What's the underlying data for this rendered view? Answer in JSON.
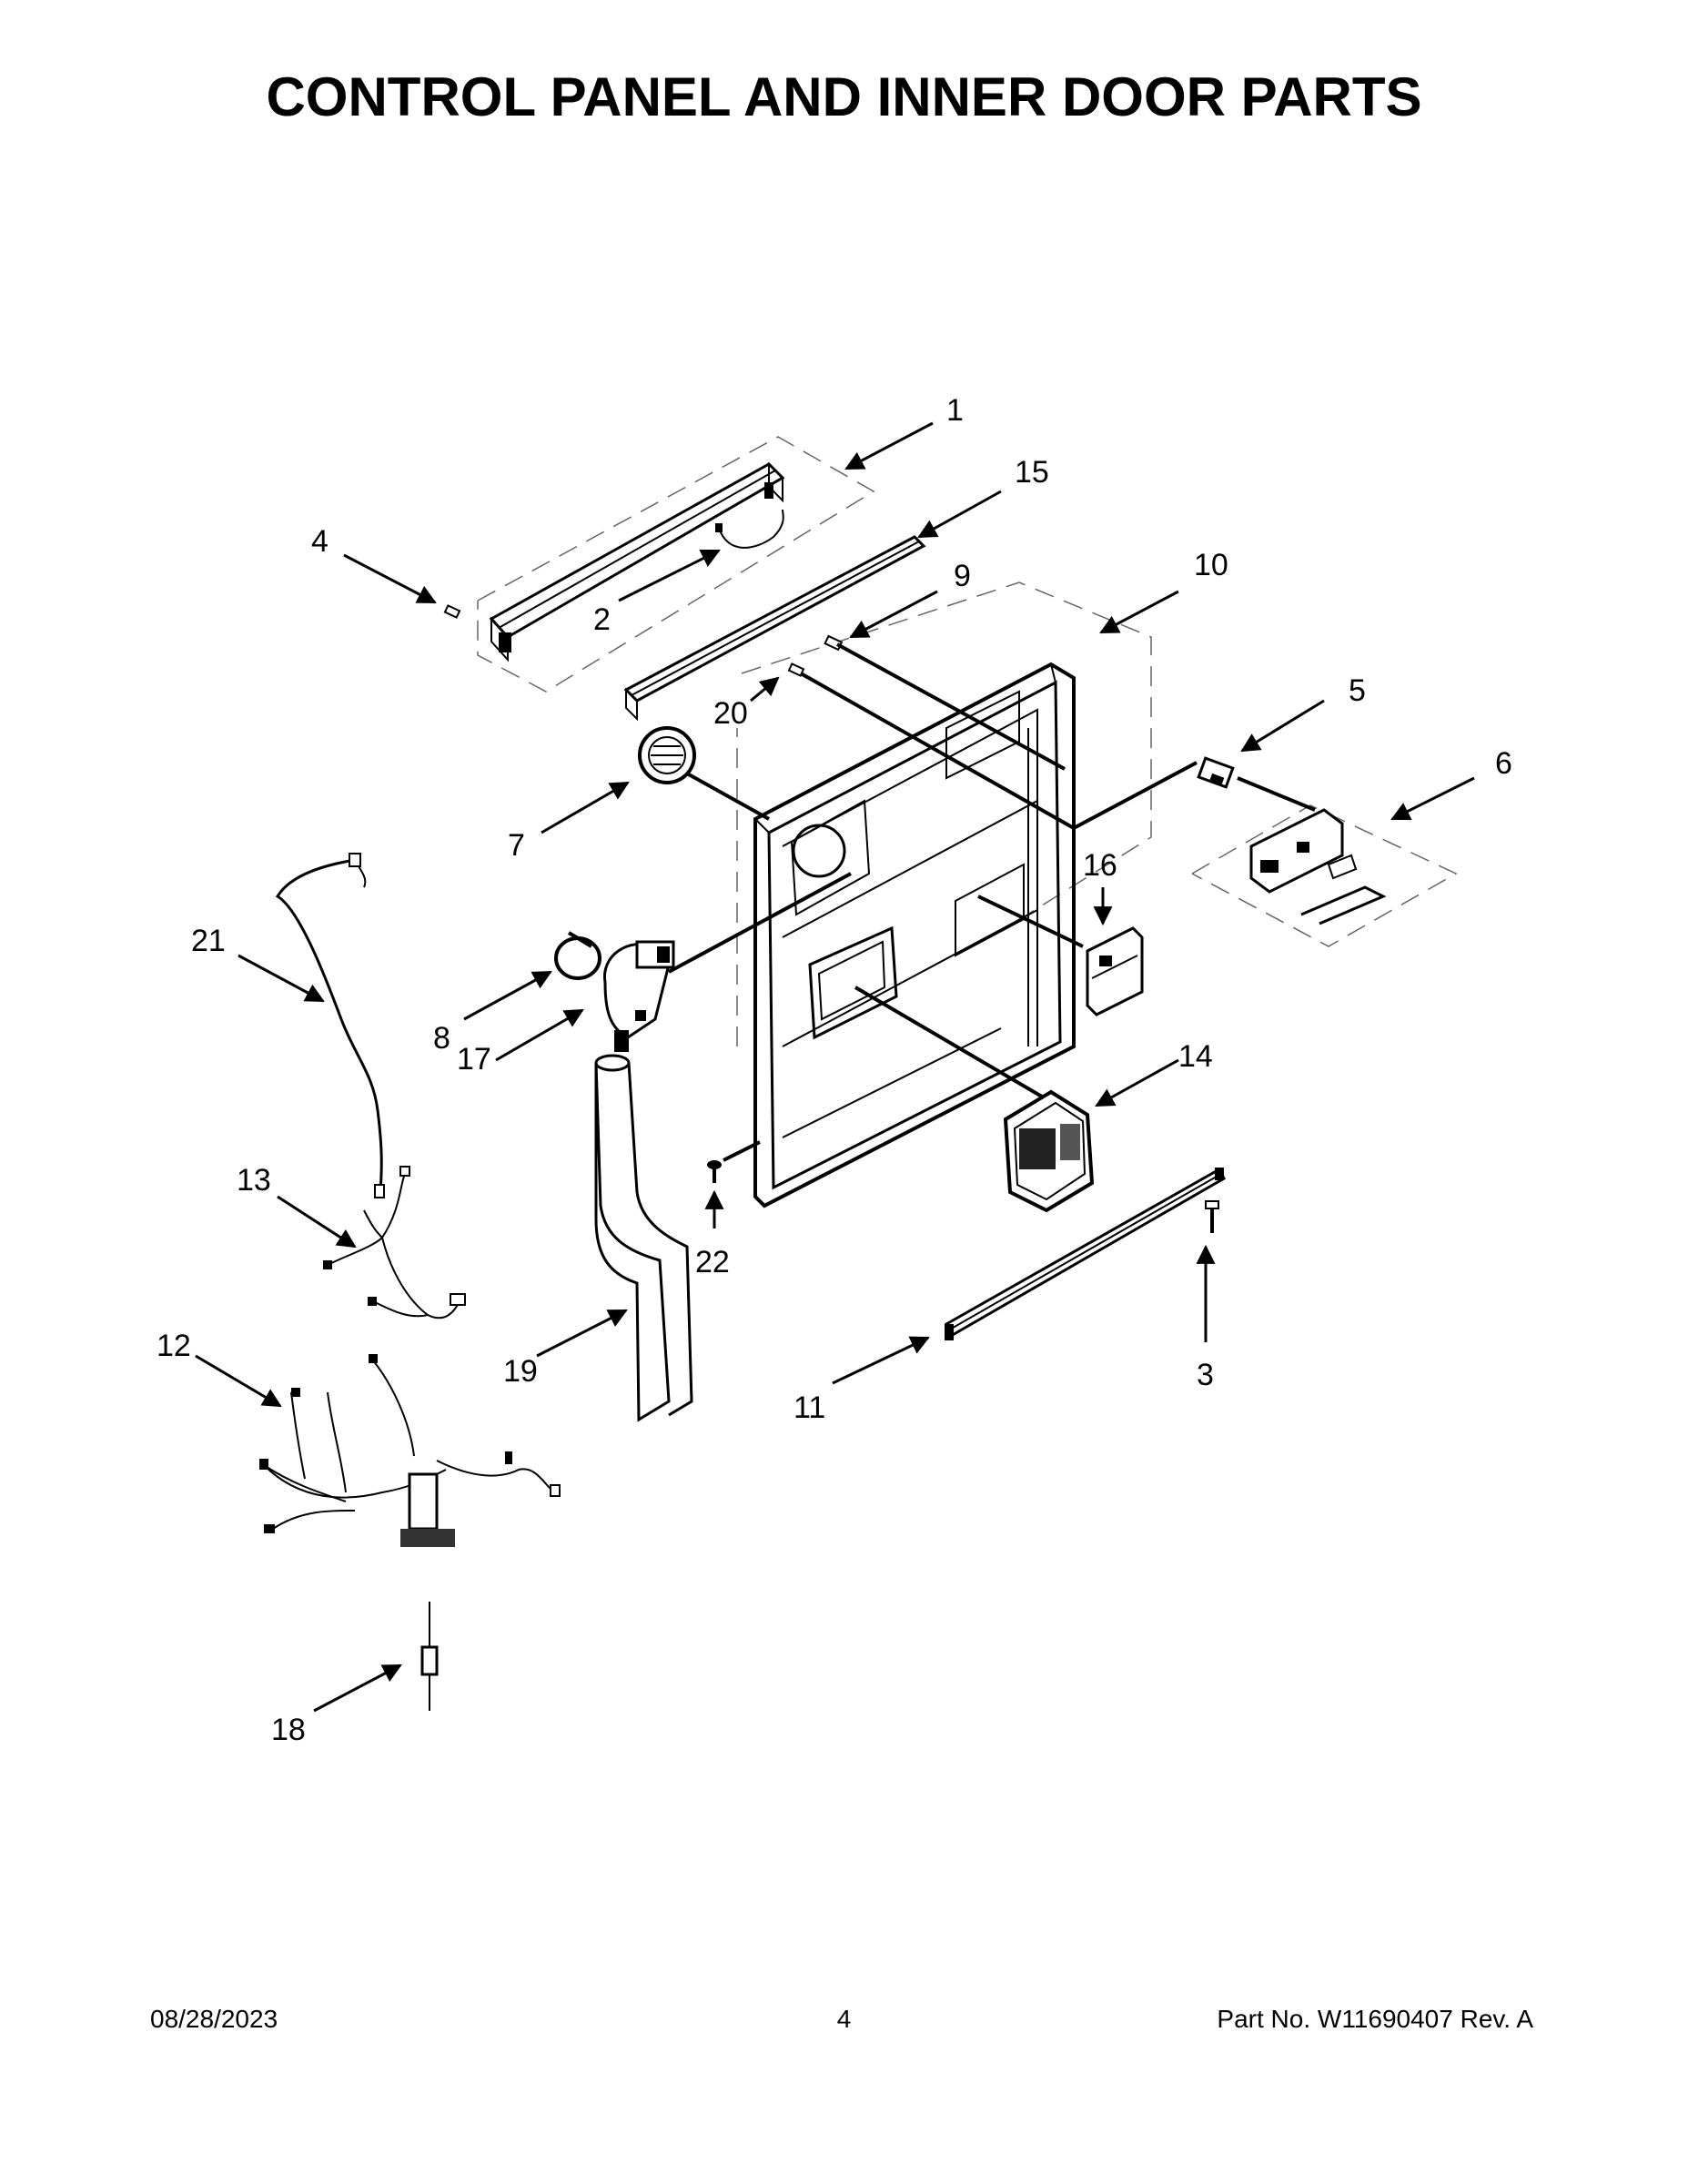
{
  "title": "CONTROL PANEL AND INNER DOOR PARTS",
  "footer": {
    "date": "08/28/2023",
    "page_number": "4",
    "part_number": "Part No.  W11690407  Rev.  A"
  },
  "callouts": [
    "1",
    "2",
    "3",
    "4",
    "5",
    "6",
    "7",
    "8",
    "9",
    "10",
    "11",
    "12",
    "13",
    "14",
    "15",
    "16",
    "17",
    "18",
    "19",
    "20",
    "21",
    "22"
  ],
  "colors": {
    "ink": "#000000",
    "page": "#ffffff",
    "guide_lines": "#666666"
  }
}
